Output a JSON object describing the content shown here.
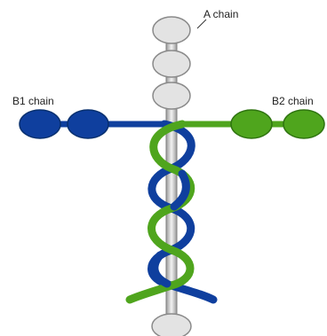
{
  "labels": {
    "a_chain": "A chain",
    "b1_chain": "B1 chain",
    "b2_chain": "B2 chain"
  },
  "colors": {
    "a_chain_fill": "#e3e3e3",
    "a_chain_stroke": "#8c8c8c",
    "b1_chain": "#0f3f9e",
    "b1_chain_dark": "#08306f",
    "b2_chain": "#4fa51d",
    "b2_chain_dark": "#2f7410"
  }
}
